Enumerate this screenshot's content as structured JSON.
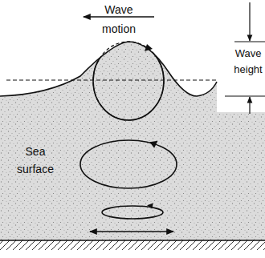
{
  "diagram": {
    "labels": [
      "Wave motion",
      "Wave height",
      "Sea surface"
    ]
  }
}
